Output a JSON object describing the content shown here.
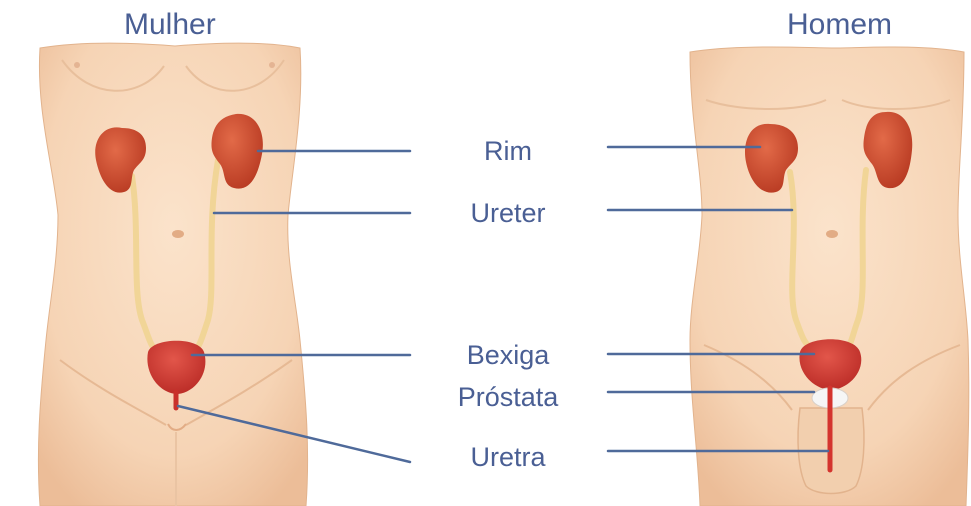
{
  "figures": {
    "woman": {
      "title": "Mulher"
    },
    "man": {
      "title": "Homem"
    }
  },
  "labels": {
    "rim": "Rim",
    "ureter": "Ureter",
    "bexiga": "Bexiga",
    "prostata": "Próstata",
    "uretra": "Uretra"
  },
  "colors": {
    "skin": "#f8d9bd",
    "skin_shadow": "#e8b896",
    "kidney": "#c8482c",
    "ureter": "#f1d597",
    "bladder": "#d23a33",
    "prostate": "#f4f4f4",
    "leader_line": "#4f6a9a",
    "label_text": "#4a5f94"
  }
}
